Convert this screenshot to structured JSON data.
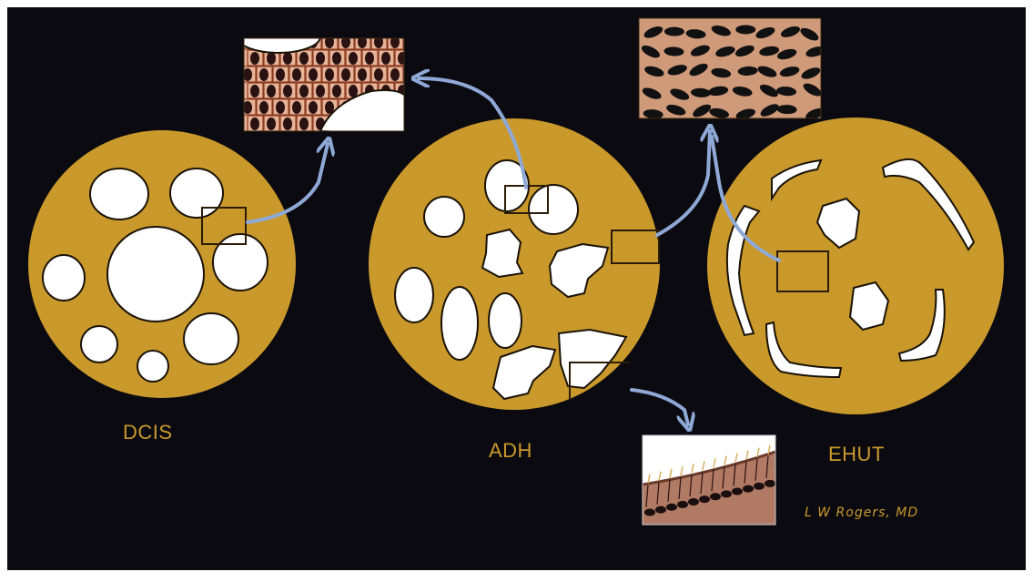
{
  "colors": {
    "background": "#0b0a10",
    "tissue": "#c9992c",
    "lumen": "#ffffff",
    "outline": "#1a1206",
    "arrow": "#8fa9d6",
    "box": "#2a1c06",
    "inset_cells": "#e7b497",
    "nucleus": "#2b1212",
    "label": "#c9992c"
  },
  "panels": [
    {
      "label": "DCIS",
      "pattern": "rounded-lumens"
    },
    {
      "label": "ADH",
      "pattern": "mixed-lumens"
    },
    {
      "label": "EHUT",
      "pattern": "slit-like-lumens"
    }
  ],
  "credit": "L W Rogers, MD",
  "icons": [
    "arrow-icon",
    "detail-box-icon"
  ]
}
